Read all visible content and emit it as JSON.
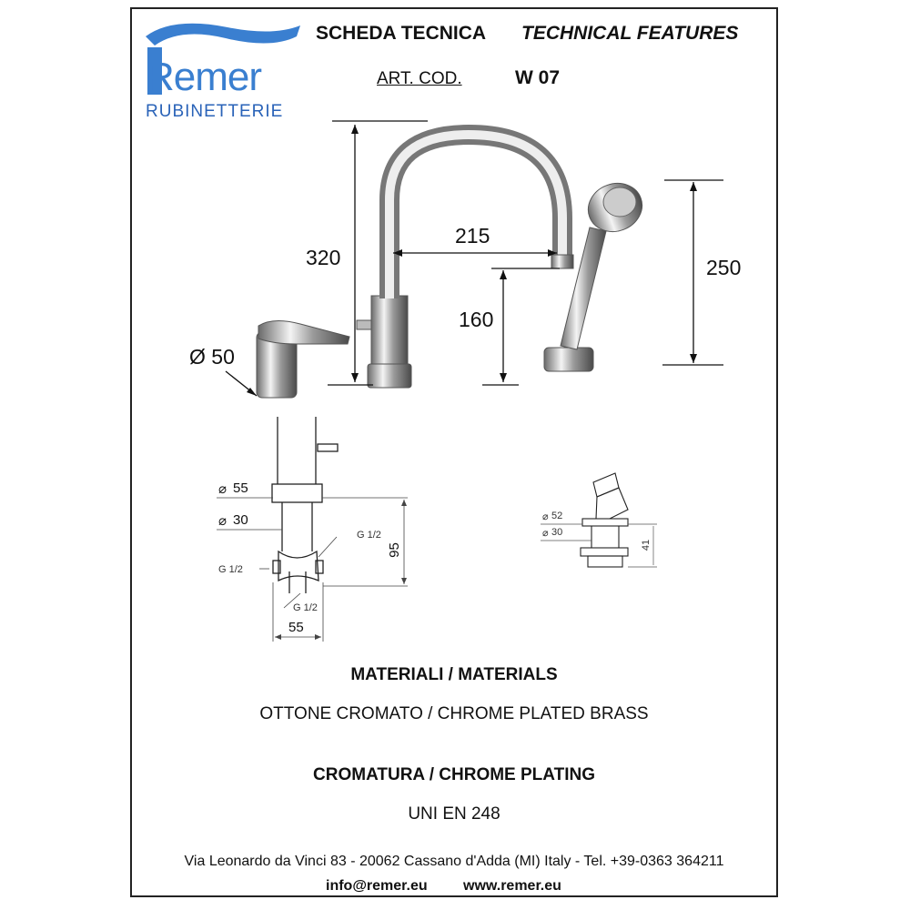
{
  "header": {
    "brand_word": "Remer",
    "brand_sub": "RUBINETTERIE",
    "title_it": "SCHEDA TECNICA",
    "title_en": "TECHNICAL FEATURES",
    "art_label": "ART. COD.",
    "art_code": "W 07"
  },
  "dimensions": {
    "height_spout": "320",
    "reach": "215",
    "height_under_spout": "160",
    "shower_height": "250",
    "mixer_diameter": "Ø 50"
  },
  "technical_drawing_left": {
    "dia_top": "55",
    "dia_bottom": "30",
    "thread_right": "G 1/2",
    "thread_left": "G 1/2",
    "thread_bottom": "G 1/2",
    "height": "95",
    "width": "55"
  },
  "technical_drawing_right": {
    "dia_top": "52",
    "dia_bottom": "30",
    "height": "41"
  },
  "materials": {
    "heading": "MATERIALI / MATERIALS",
    "value": "OTTONE CROMATO / CHROME PLATED BRASS"
  },
  "plating": {
    "heading": "CROMATURA / CHROME PLATING",
    "value": "UNI EN 248"
  },
  "footer": {
    "address": "Via Leonardo da Vinci 83 - 20062 Cassano d'Adda (MI) Italy - Tel. +39-0363 364211",
    "email": "info@remer.eu",
    "website": "www.remer.eu"
  },
  "colors": {
    "brand_blue": "#3a7fd0",
    "chrome_dark": "#555555",
    "chrome_light": "#e6e6e6"
  }
}
